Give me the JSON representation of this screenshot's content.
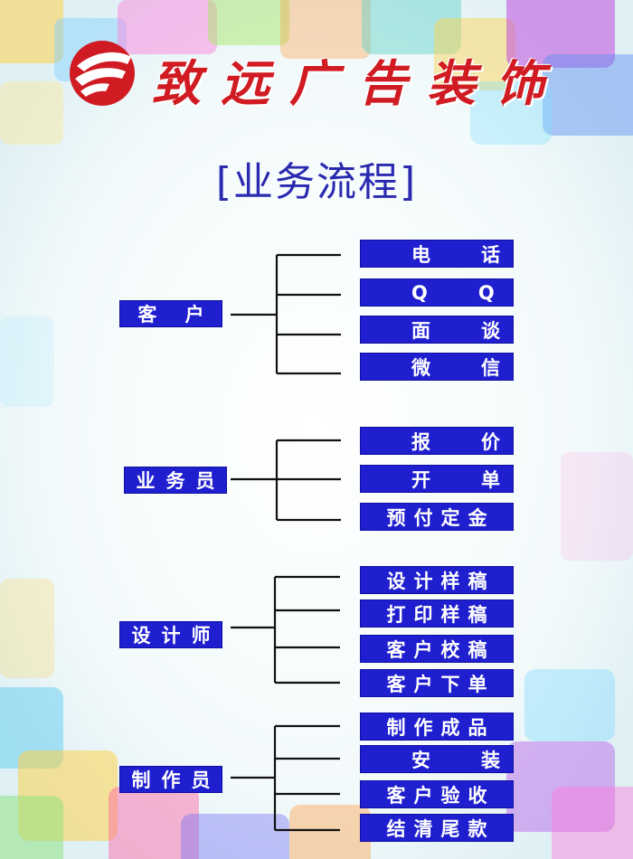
{
  "header": {
    "brand_name": "致远广告装饰",
    "page_title": "[业务流程]"
  },
  "flow": {
    "groups": [
      {
        "category": "客 户",
        "items": [
          "电 话",
          "Q Q",
          "面 谈",
          "微 信"
        ]
      },
      {
        "category": "业务员",
        "items": [
          "报 价",
          "开 单",
          "预付定金"
        ]
      },
      {
        "category": "设计师",
        "items": [
          "设计样稿",
          "打印样稿",
          "客户校稿",
          "客户下单"
        ]
      },
      {
        "category": "制作员",
        "items": [
          "制作成品",
          "安 装",
          "客户验收",
          "结清尾款"
        ]
      }
    ]
  },
  "colors": {
    "brand_red": "#d01b22",
    "box_blue": "#1f1fd0",
    "title_blue": "#2a2ab0",
    "line": "#111111"
  }
}
